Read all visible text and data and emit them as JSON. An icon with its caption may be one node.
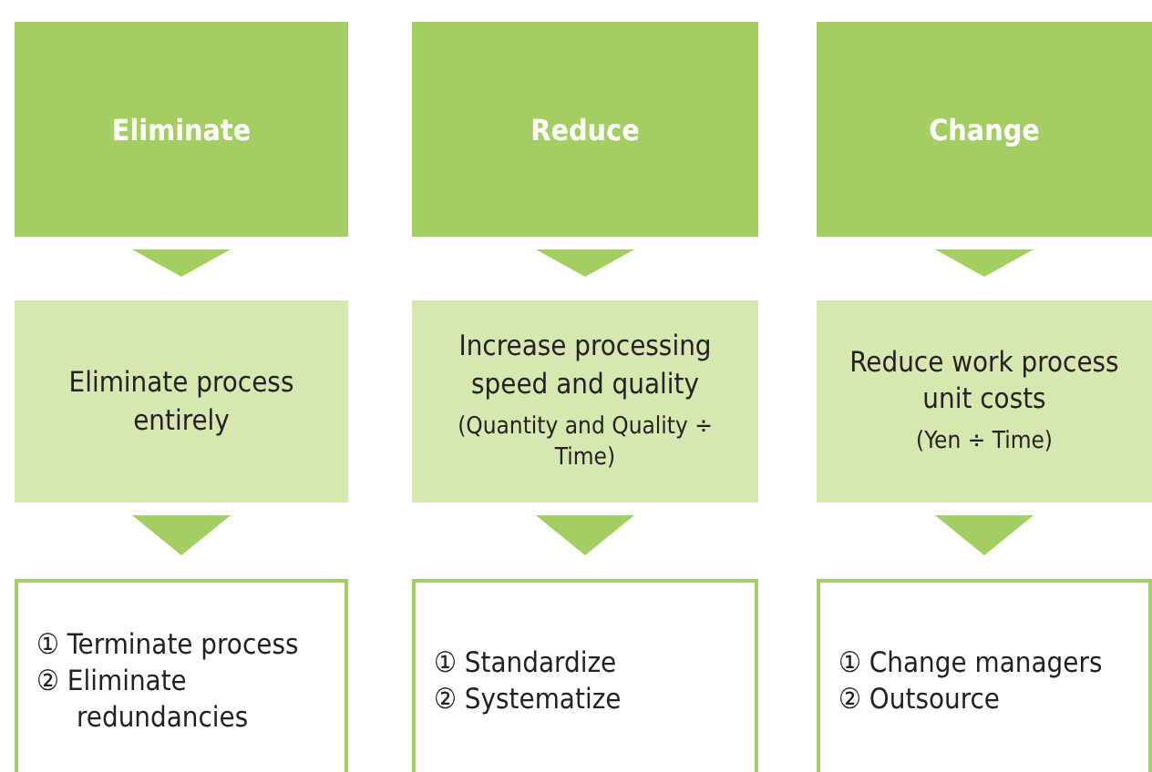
{
  "diagram": {
    "nodes": [
      {
        "text": [
          "Eliminate"
        ]
      },
      {
        "text": [
          "Reduce"
        ]
      },
      {
        "text": [
          "Change"
        ]
      },
      {
        "text": [
          "Eliminate process entirely"
        ]
      },
      {
        "text": [
          "Increase processing speed and quality",
          "(Quantity and Quality ÷ Time)"
        ]
      },
      {
        "text": [
          "Reduce work process unit costs",
          "(Yen ÷ Time)"
        ]
      },
      {
        "text": [
          "① Terminate process",
          "② Eliminate redundancies"
        ]
      },
      {
        "text": [
          "① Standardize",
          "② Systematize"
        ]
      },
      {
        "text": [
          "① Change managers",
          "② Outsource"
        ]
      }
    ],
    "edges": [
      {
        "from": 0,
        "to": 3,
        "arrow": "to"
      },
      {
        "from": 1,
        "to": 4,
        "arrow": "to"
      },
      {
        "from": 2,
        "to": 5,
        "arrow": "to"
      },
      {
        "from": 3,
        "to": 6,
        "arrow": "to"
      },
      {
        "from": 4,
        "to": 7,
        "arrow": "to"
      },
      {
        "from": 5,
        "to": 8,
        "arrow": "to"
      }
    ]
  }
}
